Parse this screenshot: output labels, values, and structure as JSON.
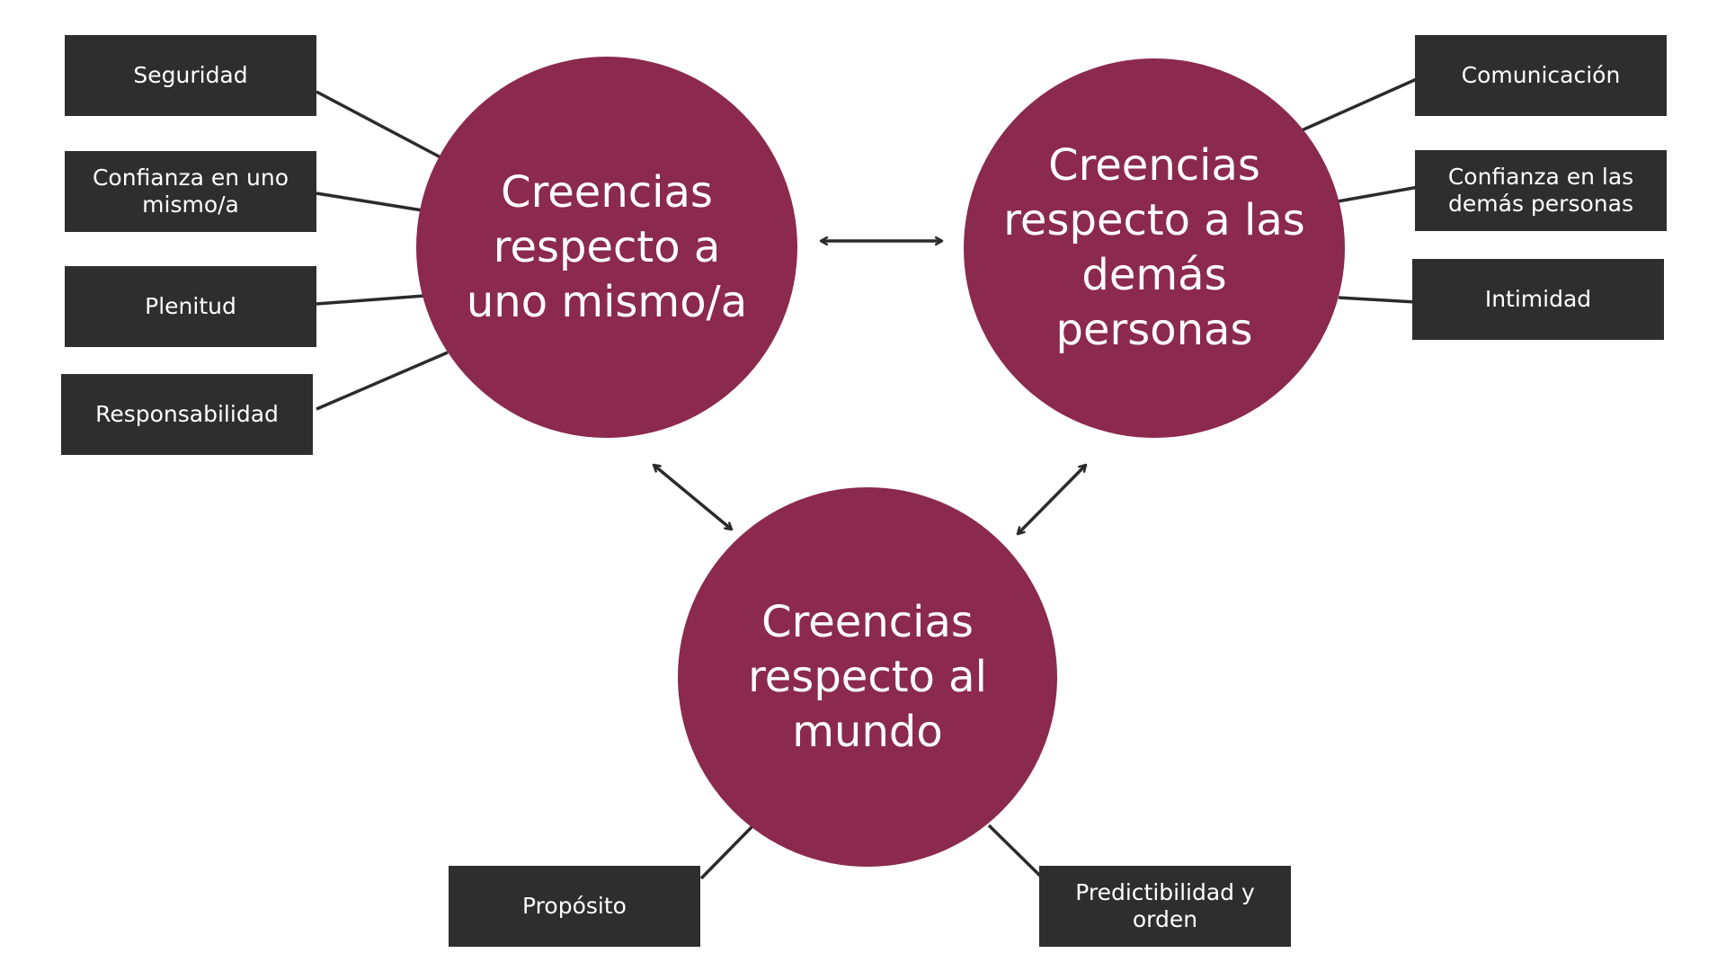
{
  "colors": {
    "circle_fill": "#8b2a4c",
    "box_fill": "#2e2e2e",
    "text": "#ffffff",
    "connector": "#2b2b2b"
  },
  "circles": {
    "self": {
      "label": "Creencias respecto a uno mismo/a"
    },
    "others": {
      "label": "Creencias respecto a las demás personas"
    },
    "world": {
      "label": "Creencias respecto al mundo"
    }
  },
  "boxes": {
    "seguridad": "Seguridad",
    "confianza_propia": "Confianza en uno mismo/a",
    "plenitud": "Plenitud",
    "responsabilidad": "Responsabilidad",
    "comunicacion": "Comunicación",
    "confianza_demas": "Confianza en las demás personas",
    "intimidad": "Intimidad",
    "proposito": "Propósito",
    "predictibilidad": "Predictibilidad y orden"
  }
}
